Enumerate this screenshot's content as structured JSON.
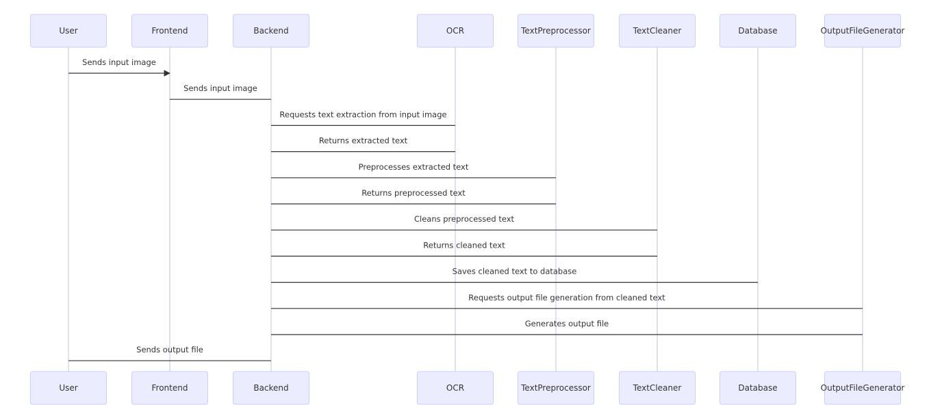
{
  "participants": [
    {
      "id": "user",
      "label": "User"
    },
    {
      "id": "frontend",
      "label": "Frontend"
    },
    {
      "id": "backend",
      "label": "Backend"
    },
    {
      "id": "ocr",
      "label": "OCR"
    },
    {
      "id": "textpreprocessor",
      "label": "TextPreprocessor"
    },
    {
      "id": "textcleaner",
      "label": "TextCleaner"
    },
    {
      "id": "database",
      "label": "Database"
    },
    {
      "id": "outputfilegenerator",
      "label": "OutputFileGenerator"
    }
  ],
  "messages": [
    {
      "from": "user",
      "to": "frontend",
      "label": "Sends input image",
      "arrowhead": true
    },
    {
      "from": "frontend",
      "to": "backend",
      "label": "Sends input image",
      "arrowhead": false
    },
    {
      "from": "backend",
      "to": "ocr",
      "label": "Requests text extraction from input image",
      "arrowhead": false
    },
    {
      "from": "ocr",
      "to": "backend",
      "label": "Returns extracted text",
      "arrowhead": false
    },
    {
      "from": "backend",
      "to": "textpreprocessor",
      "label": "Preprocesses extracted text",
      "arrowhead": false
    },
    {
      "from": "textpreprocessor",
      "to": "backend",
      "label": "Returns preprocessed text",
      "arrowhead": false
    },
    {
      "from": "backend",
      "to": "textcleaner",
      "label": "Cleans preprocessed text",
      "arrowhead": false
    },
    {
      "from": "textcleaner",
      "to": "backend",
      "label": "Returns cleaned text",
      "arrowhead": false
    },
    {
      "from": "backend",
      "to": "database",
      "label": "Saves cleaned text to database",
      "arrowhead": false
    },
    {
      "from": "backend",
      "to": "outputfilegenerator",
      "label": "Requests output file generation from cleaned text",
      "arrowhead": false
    },
    {
      "from": "outputfilegenerator",
      "to": "backend",
      "label": "Generates output file",
      "arrowhead": false
    },
    {
      "from": "backend",
      "to": "user",
      "label": "Sends output file",
      "arrowhead": false
    }
  ]
}
